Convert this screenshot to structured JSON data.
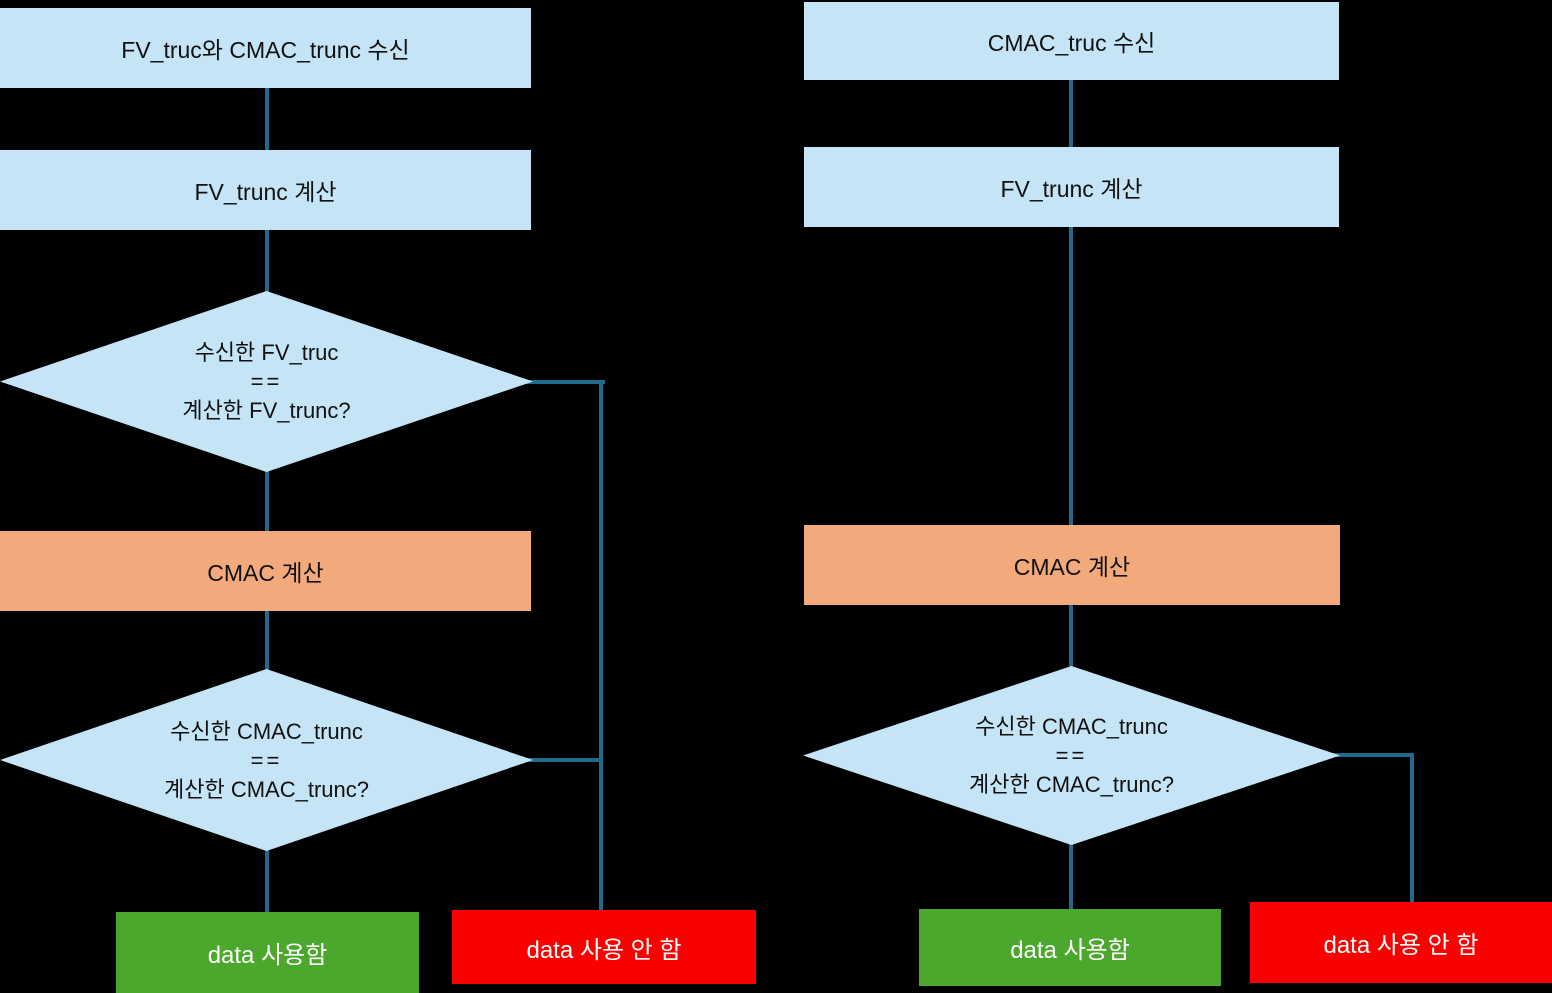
{
  "palette": {
    "background": "#000000",
    "process_fill": "#c5e4f5",
    "cmac_fill": "#f2a97c",
    "accept_fill": "#4ba82c",
    "reject_fill": "#fb0000",
    "connector": "#1f6b8d",
    "dark_text": "#111111",
    "light_text": "#ffffff"
  },
  "left_flow": {
    "receive": "FV_truc와 CMAC_trunc 수신",
    "compute_fv": "FV_trunc 계산",
    "decision_fv": {
      "line1": "수신한 FV_truc",
      "line2": "==",
      "line3": "계산한 FV_trunc?"
    },
    "compute_cmac": "CMAC 계산",
    "decision_cmac": {
      "line1": "수신한 CMAC_trunc",
      "line2": "==",
      "line3": "계산한 CMAC_trunc?"
    },
    "use_data": "data 사용함",
    "discard_data": "data 사용 안 함"
  },
  "right_flow": {
    "receive": "CMAC_truc 수신",
    "compute_fv": "FV_trunc 계산",
    "compute_cmac": "CMAC 계산",
    "decision_cmac": {
      "line1": "수신한 CMAC_trunc",
      "line2": "==",
      "line3": "계산한 CMAC_trunc?"
    },
    "use_data": "data 사용함",
    "discard_data": "data 사용 안 함"
  }
}
